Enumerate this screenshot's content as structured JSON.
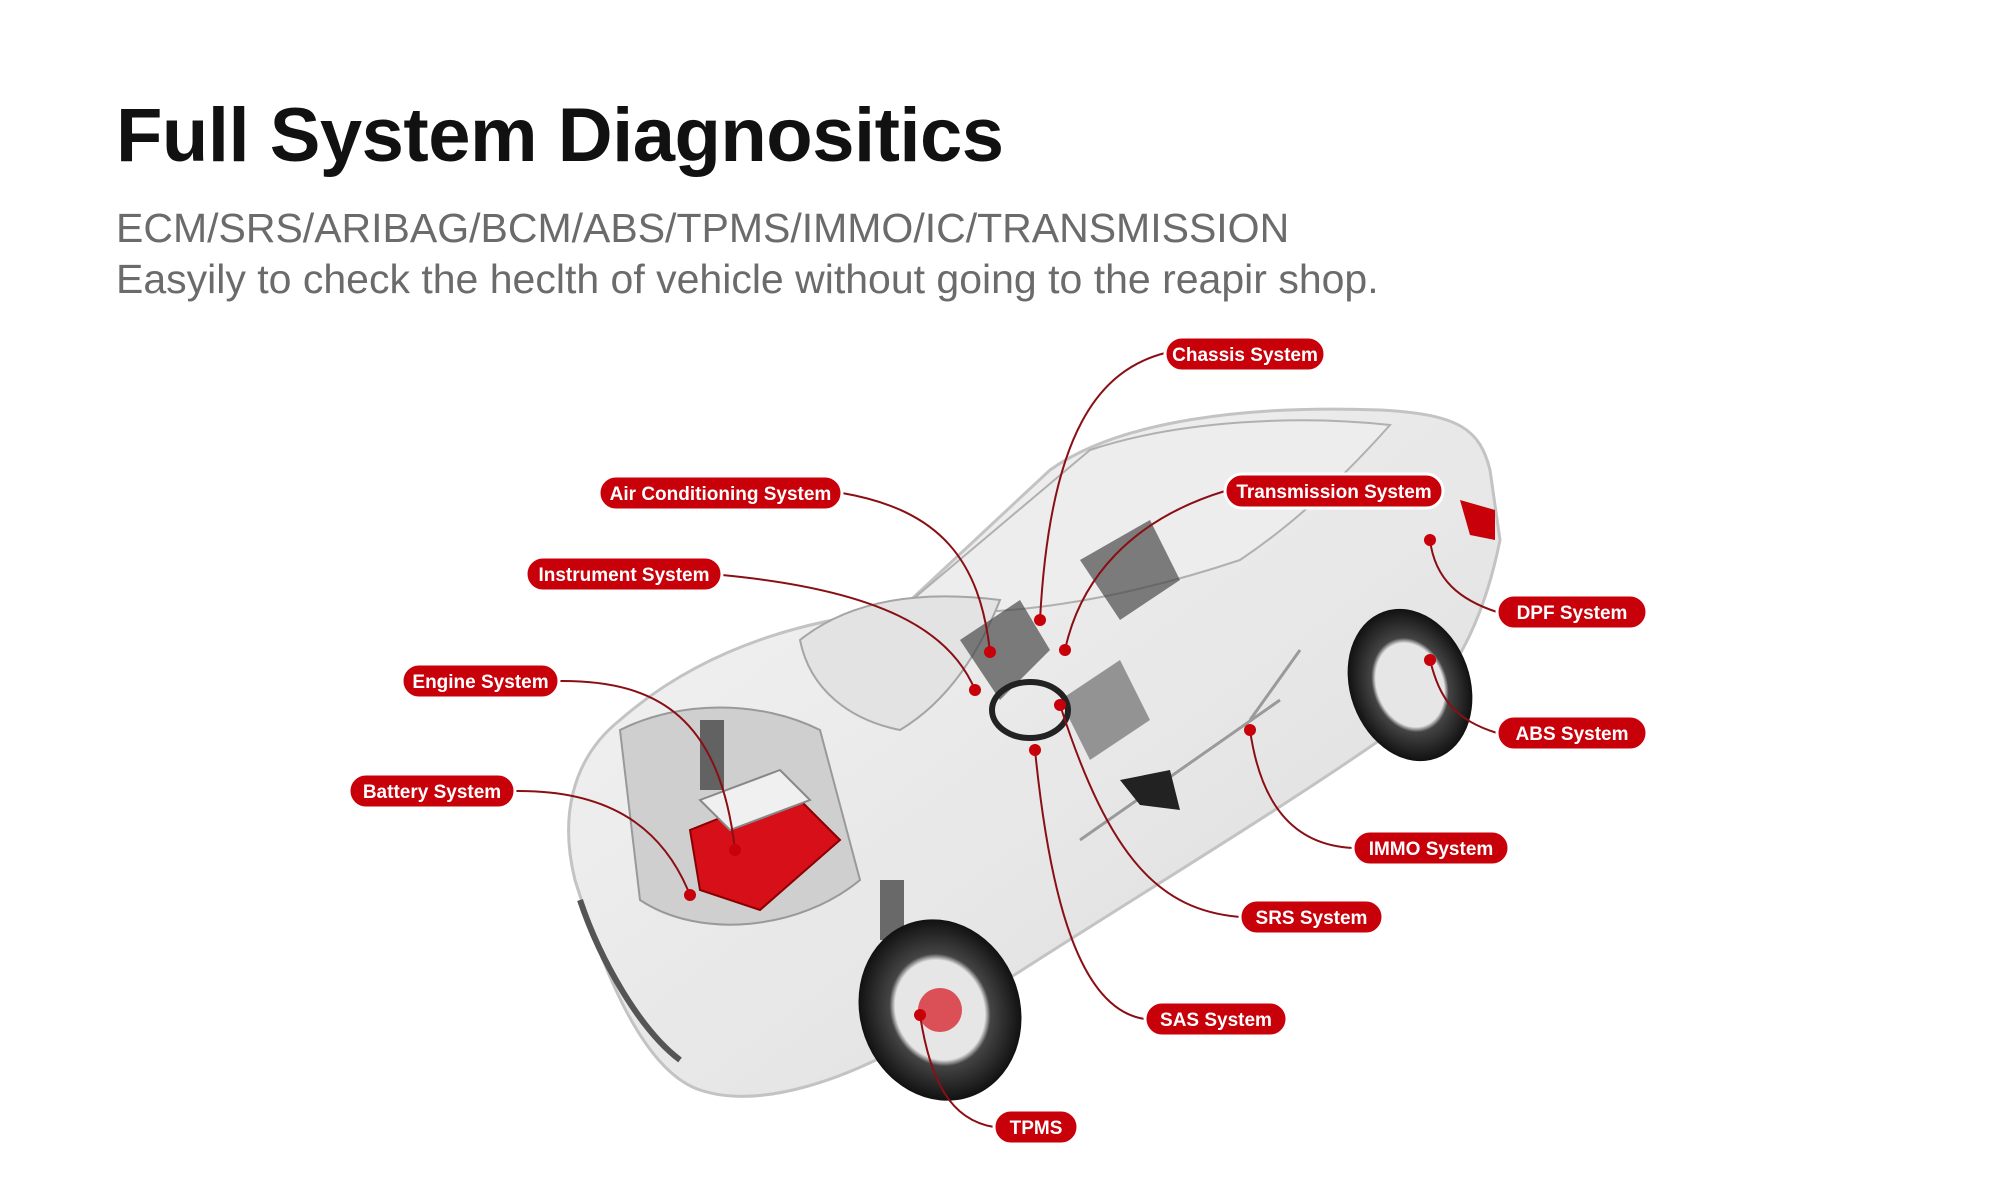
{
  "header": {
    "title": "Full System Diagnositics",
    "subtitle_line1": "ECM/SRS/ARIBAG/BCM/ABS/TPMS/IMMO/IC/TRANSMISSION",
    "subtitle_line2": "Easyily to check the heclth of vehicle without going to the reapir shop."
  },
  "colors": {
    "accent_red": "#c8000a",
    "label_border": "#ffffff",
    "leader_line": "#8a0f14",
    "title": "#111111",
    "subtitle": "#6b6b6b"
  },
  "diagram": {
    "subject": "car-cutaway-icon",
    "labels": [
      {
        "id": "chassis",
        "text": "Chassis System"
      },
      {
        "id": "air-conditioning",
        "text": "Air Conditioning System"
      },
      {
        "id": "transmission",
        "text": "Transmission System"
      },
      {
        "id": "instrument",
        "text": "Instrument System"
      },
      {
        "id": "dpf",
        "text": "DPF System"
      },
      {
        "id": "engine",
        "text": "Engine System"
      },
      {
        "id": "abs",
        "text": "ABS System"
      },
      {
        "id": "battery",
        "text": "Battery System"
      },
      {
        "id": "immo",
        "text": "IMMO System"
      },
      {
        "id": "srs",
        "text": "SRS System"
      },
      {
        "id": "sas",
        "text": "SAS System"
      },
      {
        "id": "tpms",
        "text": "TPMS"
      }
    ]
  }
}
